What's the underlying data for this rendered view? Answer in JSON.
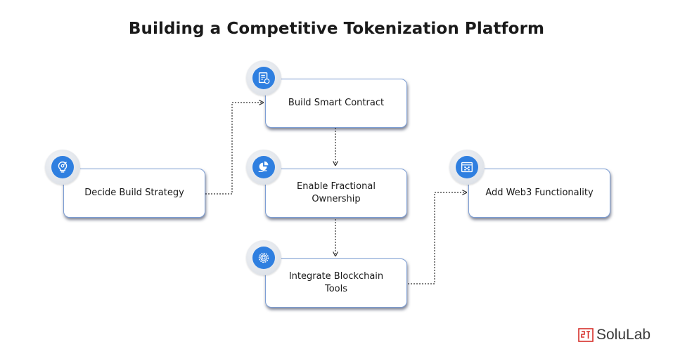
{
  "title": "Building a Competitive Tokenization Platform",
  "steps": [
    {
      "label": "Decide Build Strategy",
      "icon": "lightbulb-target-icon"
    },
    {
      "label": "Build Smart Contract",
      "icon": "contract-document-icon"
    },
    {
      "label": "Enable Fractional Ownership",
      "icon": "pie-chart-hand-icon"
    },
    {
      "label": "Integrate Blockchain Tools",
      "icon": "blockchain-gear-icon"
    },
    {
      "label": "Add Web3 Functionality",
      "icon": "web3-network-icon"
    }
  ],
  "logo": {
    "text": "SoluLab",
    "icon": "solulab-logo-icon"
  },
  "colors": {
    "box_border": "#7d9ed4",
    "icon_blue": "#2f7fe0",
    "connector": "#333333"
  }
}
